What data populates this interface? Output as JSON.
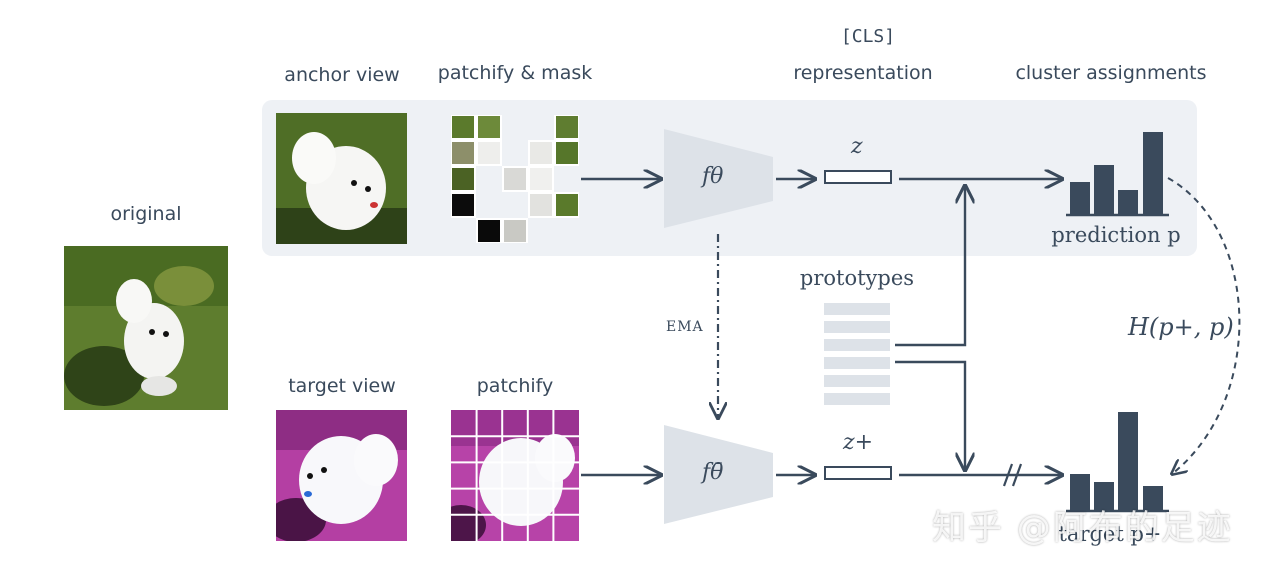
{
  "labels": {
    "original": "original",
    "anchor_view": "anchor view",
    "patchify_mask": "patchify & mask",
    "cls_token": "[CLS]",
    "representation": "representation",
    "cluster_assignments": "cluster assignments",
    "target_view": "target view",
    "patchify": "patchify",
    "prototypes": "prototypes",
    "ema": "EMA",
    "prediction": "prediction p",
    "target": "target p+",
    "loss": "H(p+, p)",
    "f_theta": "fθ",
    "f_theta_bar": "fθ̄",
    "z": "z",
    "z_plus": "z+"
  },
  "watermark": "知乎 @阿布的足迹",
  "colors": {
    "ink": "#3a4a5c",
    "panel": "#eef1f5",
    "encoder": "#dde2e8",
    "prototype_bar": "#dde2e8",
    "hist_bar": "#3a4a5c"
  }
}
